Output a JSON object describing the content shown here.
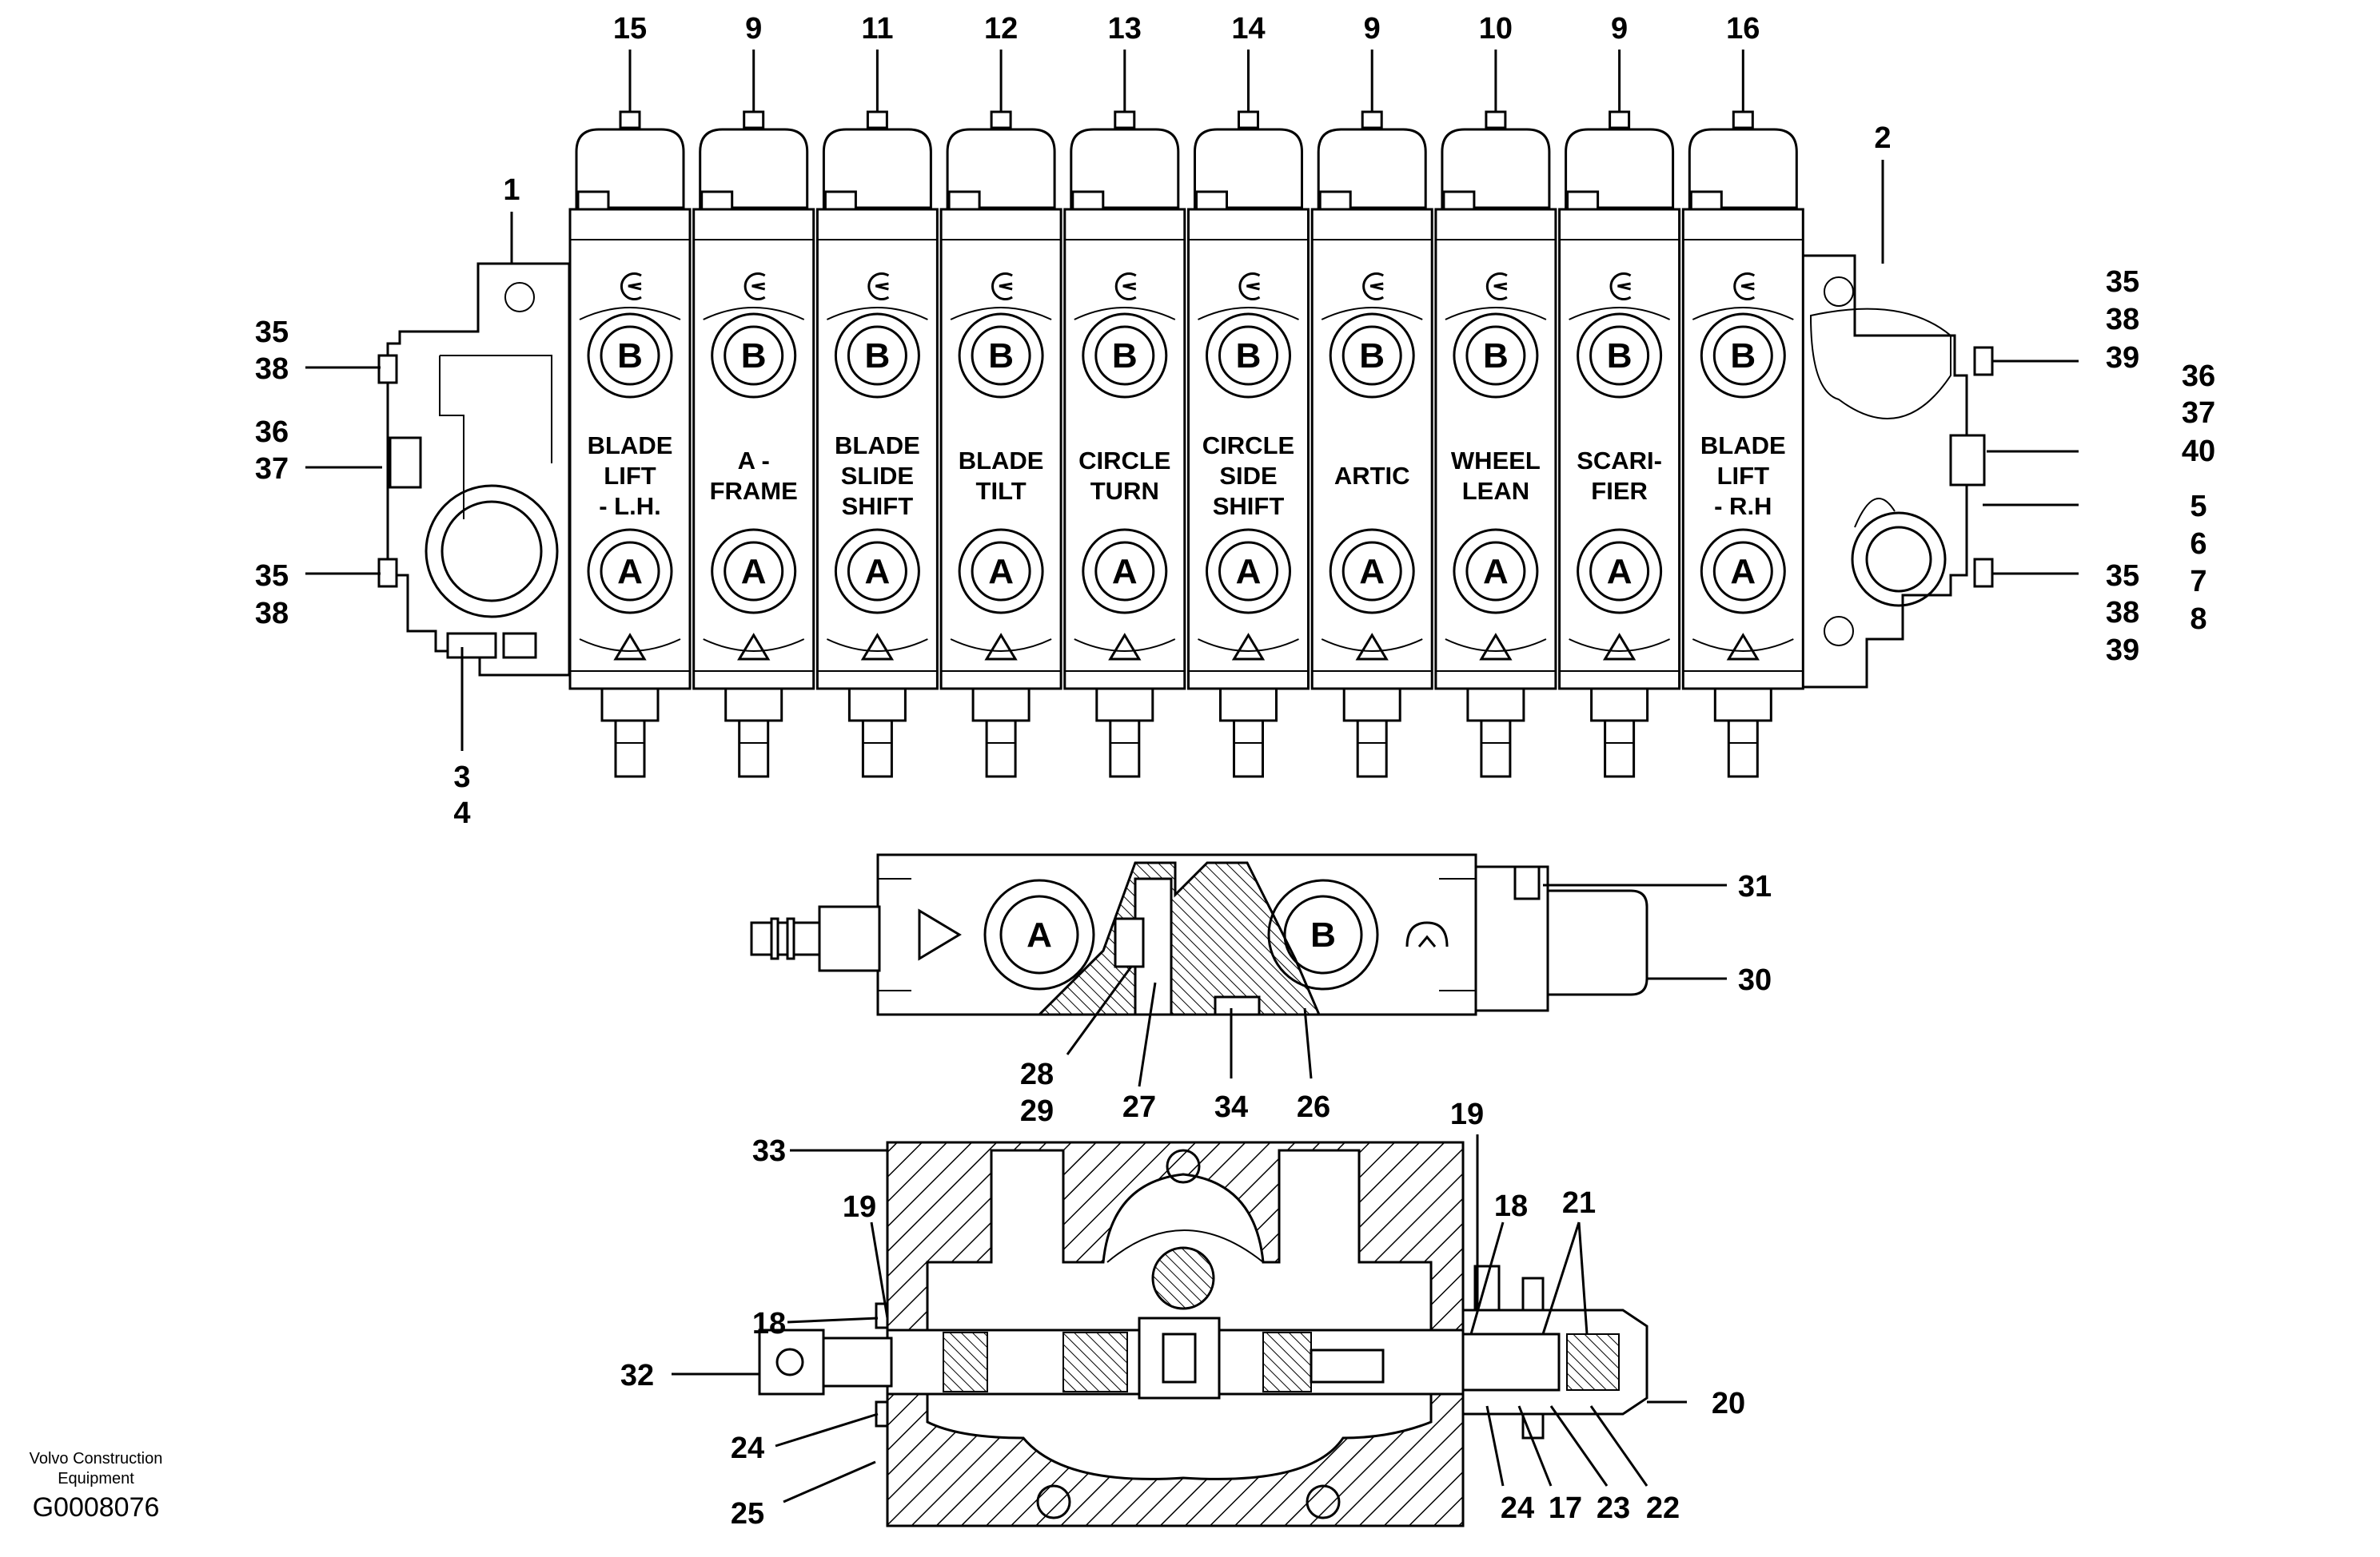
{
  "sections": [
    {
      "top": "15",
      "name": [
        "BLADE",
        "LIFT",
        "- L.H."
      ]
    },
    {
      "top": "9",
      "name": [
        "A -",
        "FRAME"
      ]
    },
    {
      "top": "11",
      "name": [
        "BLADE",
        "SLIDE",
        "SHIFT"
      ]
    },
    {
      "top": "12",
      "name": [
        "BLADE",
        "TILT"
      ]
    },
    {
      "top": "13",
      "name": [
        "CIRCLE",
        "TURN"
      ]
    },
    {
      "top": "14",
      "name": [
        "CIRCLE",
        "SIDE",
        "SHIFT"
      ]
    },
    {
      "top": "9",
      "name": [
        "ARTIC"
      ]
    },
    {
      "top": "10",
      "name": [
        "WHEEL",
        "LEAN"
      ]
    },
    {
      "top": "9",
      "name": [
        "SCARI-",
        "FIER"
      ]
    },
    {
      "top": "16",
      "name": [
        "BLADE",
        "LIFT",
        "- R.H"
      ]
    }
  ],
  "ports": {
    "a": "A",
    "b": "B"
  },
  "callouts": {
    "left_end": "1",
    "right_end": "2",
    "left_top": [
      "35",
      "38"
    ],
    "left_mid": [
      "36",
      "37"
    ],
    "left_low": [
      "35",
      "38"
    ],
    "left_bottom": [
      "3",
      "4"
    ],
    "right_top": [
      "35",
      "38",
      "39"
    ],
    "right_mid_a": [
      "36",
      "37"
    ],
    "right_mid_b": "40",
    "right_mid_c": [
      "5",
      "6",
      "7",
      "8"
    ],
    "right_low": [
      "35",
      "38",
      "39"
    ],
    "sec_31": "31",
    "sec_30": "30",
    "sec_28": [
      "28",
      "29"
    ],
    "sec_27": "27",
    "sec_34": "34",
    "sec_26": "26",
    "cut_33": "33",
    "cut_19l": "19",
    "cut_18l": "18",
    "cut_32": "32",
    "cut_24l": "24",
    "cut_25": "25",
    "cut_19r": "19",
    "cut_18r": "18",
    "cut_21": "21",
    "cut_20": "20",
    "cut_bottom": [
      "24",
      "17",
      "23",
      "22"
    ]
  },
  "footer": {
    "brand": [
      "Volvo Construction",
      "Equipment"
    ],
    "code": "G0008076"
  }
}
